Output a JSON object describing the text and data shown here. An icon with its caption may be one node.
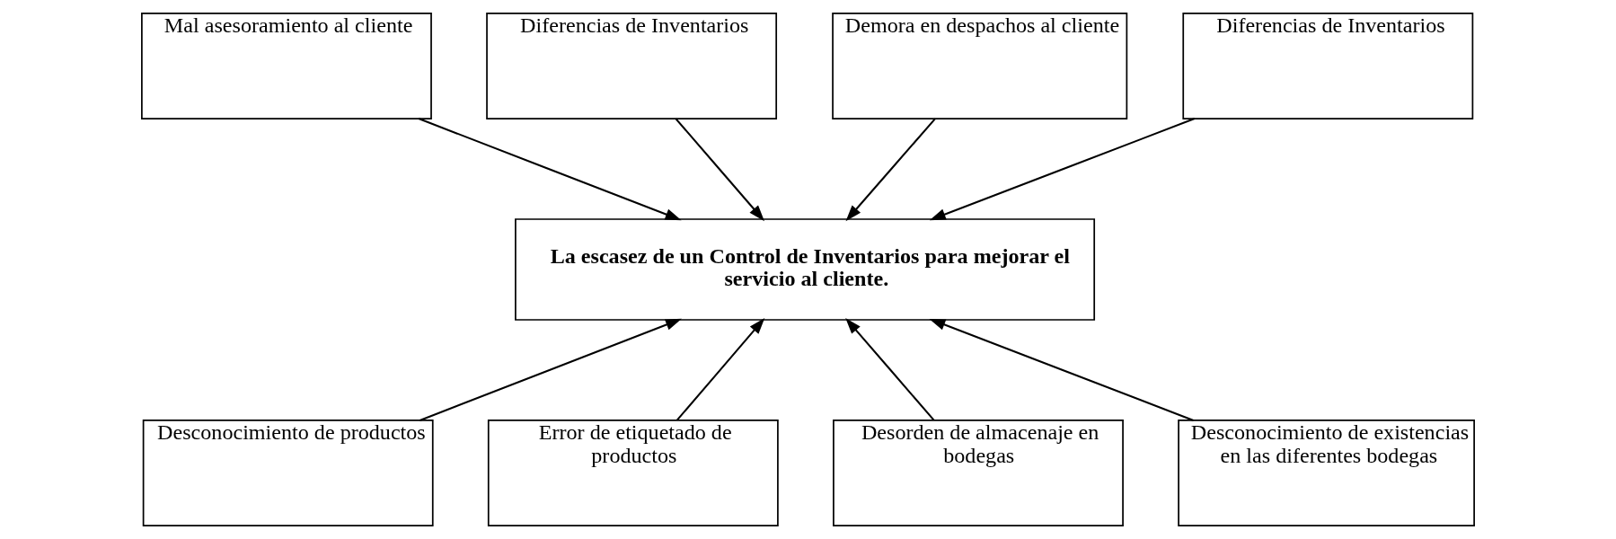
{
  "diagram": {
    "nodes": [
      {
        "text": [
          "Mal asesoramiento al cliente"
        ]
      },
      {
        "text": [
          "Diferencias de Inventarios"
        ]
      },
      {
        "text": [
          "Demora en despachos al cliente"
        ]
      },
      {
        "text": [
          "Diferencias de Inventarios"
        ]
      },
      {
        "text": [
          "La escasez de un Control de Inventarios para mejorar el servicio al cliente."
        ]
      },
      {
        "text": [
          "Desconocimiento de productos"
        ]
      },
      {
        "text": [
          "Error de etiquetado de productos"
        ]
      },
      {
        "text": [
          "Desorden de almacenaje en bodegas"
        ]
      },
      {
        "text": [
          "Desconocimiento de existencias en las diferentes bodegas"
        ]
      }
    ],
    "edges": [
      {
        "from": 0,
        "to": 4,
        "arrow": "to"
      },
      {
        "from": 1,
        "to": 4,
        "arrow": "to"
      },
      {
        "from": 2,
        "to": 4,
        "arrow": "to"
      },
      {
        "from": 3,
        "to": 4,
        "arrow": "to"
      },
      {
        "from": 5,
        "to": 4,
        "arrow": "to"
      },
      {
        "from": 6,
        "to": 4,
        "arrow": "to"
      },
      {
        "from": 7,
        "to": 4,
        "arrow": "to"
      },
      {
        "from": 8,
        "to": 4,
        "arrow": "to"
      }
    ]
  }
}
